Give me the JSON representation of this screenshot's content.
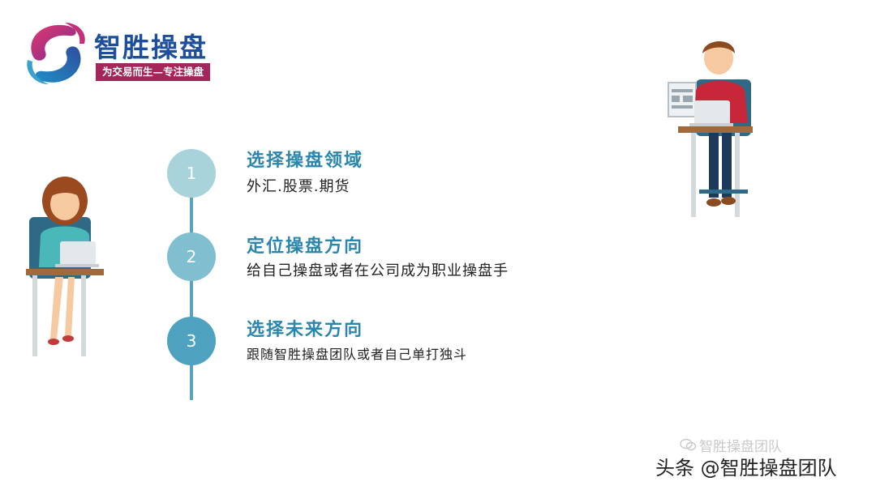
{
  "logo": {
    "title": "智胜操盘",
    "slogan": "为交易而生—专注操盘",
    "colors": {
      "title": "#1e4f9c",
      "slogan_bg": "#a4265a",
      "mark_blue": "#2c6fb3",
      "mark_magenta": "#b0246e"
    }
  },
  "steps": [
    {
      "number": "1",
      "title": "选择操盘领域",
      "description": "外汇.股票.期货"
    },
    {
      "number": "2",
      "title": "定位操盘方向",
      "description": "给自己操盘或者在公司成为职业操盘手"
    },
    {
      "number": "3",
      "title": "选择未来方向",
      "description": "跟随智胜操盘团队或者自己单打独斗"
    }
  ],
  "colors": {
    "accent": "#2a86ad",
    "timeline": "#5aa3bf"
  },
  "watermark": {
    "wechat": "智胜操盘团队",
    "toutiao": "头条 @智胜操盘团队"
  }
}
